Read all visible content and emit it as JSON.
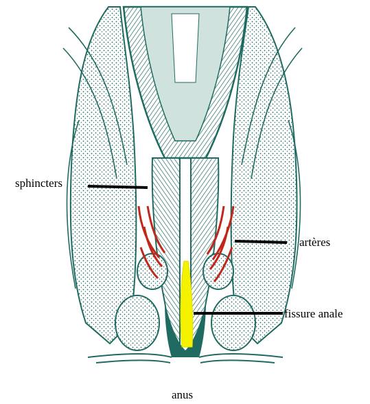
{
  "labels": {
    "sphincters": "sphincters",
    "arteres": "artères",
    "fissure": "fissure anale",
    "anus": "anus"
  },
  "colors": {
    "tissue": "#1f6b62",
    "tissue_light": "#8fb8b1",
    "artery": "#c0281c",
    "fissure": "#f5f200",
    "leader_line": "#000000",
    "background": "#ffffff"
  }
}
